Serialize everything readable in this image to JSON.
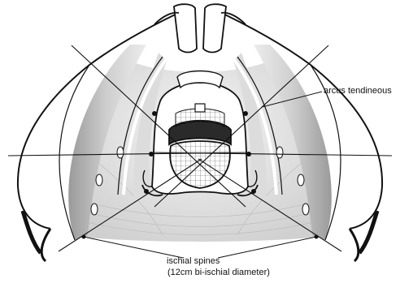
{
  "labels": {
    "arcus_tendineous": "arcus tendineous",
    "ischial_spines": "ischial spines",
    "ischial_spines_detail": "(12cm bi-ischial diameter)"
  },
  "colors": {
    "line": "#111111",
    "muscle_shade": "#d4d4d4",
    "muscle_light": "#ececec",
    "bone_fill": "#ffffff",
    "dark_band": "#2a2a2a",
    "grid": "#555555"
  }
}
